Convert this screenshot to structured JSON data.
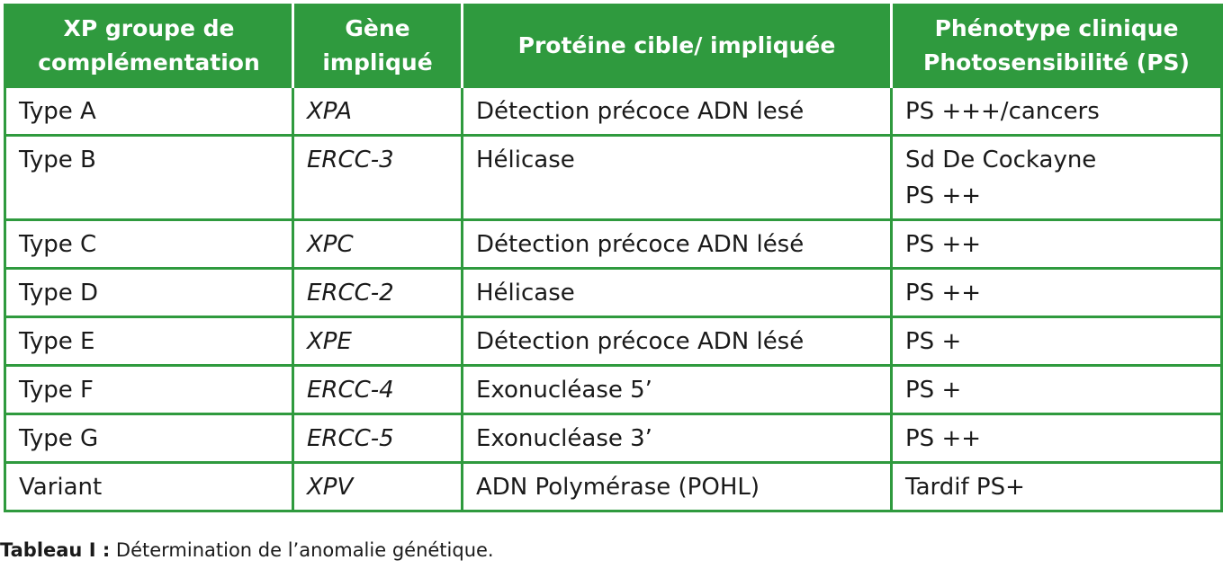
{
  "headers": {
    "col1_line1": "XP groupe de",
    "col1_line2": "complémentation",
    "col2_line1": "Gène",
    "col2_line2": "impliqué",
    "col3": "Protéine cible/ impliquée",
    "col4_line1": "Phénotype clinique",
    "col4_line2": "Photosensibilité (PS)"
  },
  "rows": [
    {
      "type": "Type A",
      "gene": "XPA",
      "protein": "Détection précoce ADN lesé",
      "phenotype_1": "PS +++/cancers",
      "phenotype_2": ""
    },
    {
      "type": "Type B",
      "gene": "ERCC-3",
      "protein": "Hélicase",
      "phenotype_1": "Sd De Cockayne",
      "phenotype_2": "PS ++"
    },
    {
      "type": "Type C",
      "gene": "XPC",
      "protein": "Détection précoce ADN lésé",
      "phenotype_1": "PS ++",
      "phenotype_2": ""
    },
    {
      "type": "Type D",
      "gene": "ERCC-2",
      "protein": "Hélicase",
      "phenotype_1": "PS ++",
      "phenotype_2": ""
    },
    {
      "type": "Type E",
      "gene": "XPE",
      "protein": "Détection précoce ADN lésé",
      "phenotype_1": "PS +",
      "phenotype_2": ""
    },
    {
      "type": "Type F",
      "gene": "ERCC-4",
      "protein": "Exonucléase 5’",
      "phenotype_1": "PS +",
      "phenotype_2": ""
    },
    {
      "type": "Type G",
      "gene": "ERCC-5",
      "protein": "Exonucléase 3’",
      "phenotype_1": "PS ++",
      "phenotype_2": ""
    },
    {
      "type": "Variant",
      "gene": "XPV",
      "protein": "ADN Polymérase (POHL)",
      "phenotype_1": "Tardif PS+",
      "phenotype_2": ""
    }
  ],
  "caption": {
    "label": "Tableau I :",
    "text": " Détermination de l’anomalie génétique."
  },
  "colors": {
    "header_bg": "#2f9a3e",
    "header_text": "#ffffff",
    "border": "#2f9a3e"
  }
}
